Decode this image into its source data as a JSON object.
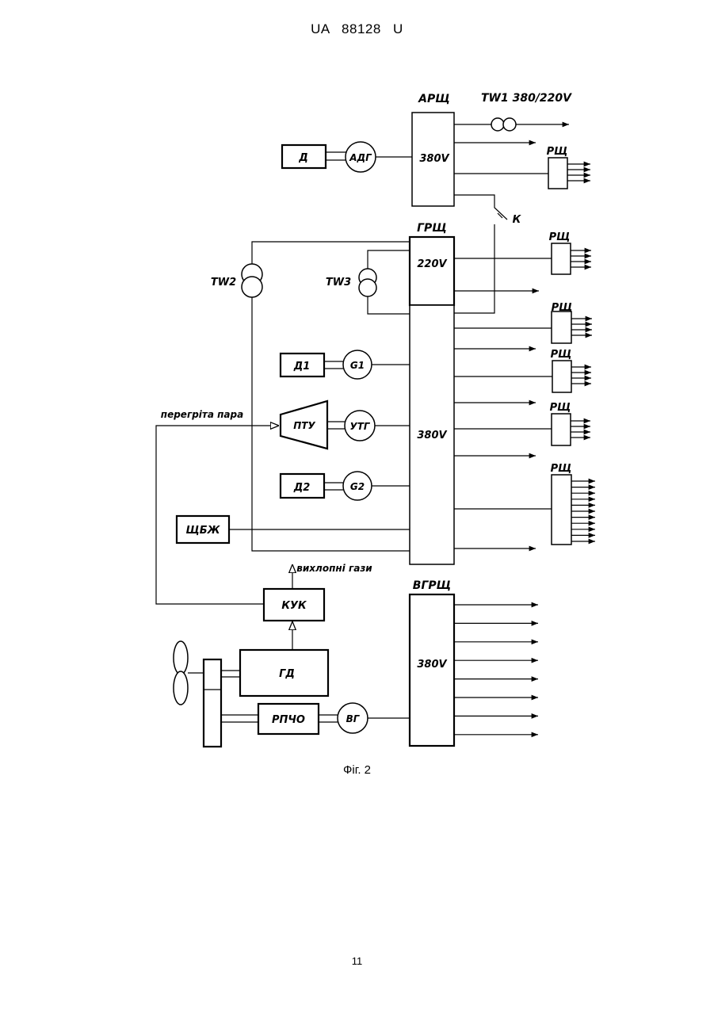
{
  "header": {
    "patent_number": "UA   88128   U"
  },
  "caption": "Фіг. 2",
  "page_number": "11",
  "diagram": {
    "switchboards": {
      "arsch": {
        "name": "АРЩ",
        "voltage": "380V"
      },
      "grsch": {
        "name": "ГРЩ",
        "voltage_upper": "220V",
        "voltage_lower": "380V"
      },
      "vgrsch": {
        "name": "ВГРЩ",
        "voltage": "380V"
      }
    },
    "transformers": {
      "tw1": "TW1 380/220V",
      "tw2": "TW2",
      "tw3": "TW3"
    },
    "switch_label": "К",
    "distribution_label": "РЩ",
    "blocks": {
      "d": "Д",
      "d1": "Д1",
      "d2": "Д2",
      "shchbzh": "ЩБЖ",
      "kuk": "КУК",
      "gd": "ГД",
      "rpcho": "РПЧО",
      "ptu": "ПТУ"
    },
    "generators": {
      "adg": "АДГ",
      "g1": "G1",
      "utg": "УТГ",
      "g2": "G2",
      "vg": "ВГ"
    },
    "annotations": {
      "steam": "перегріта пара",
      "exhaust": "вихлопні гази"
    }
  }
}
